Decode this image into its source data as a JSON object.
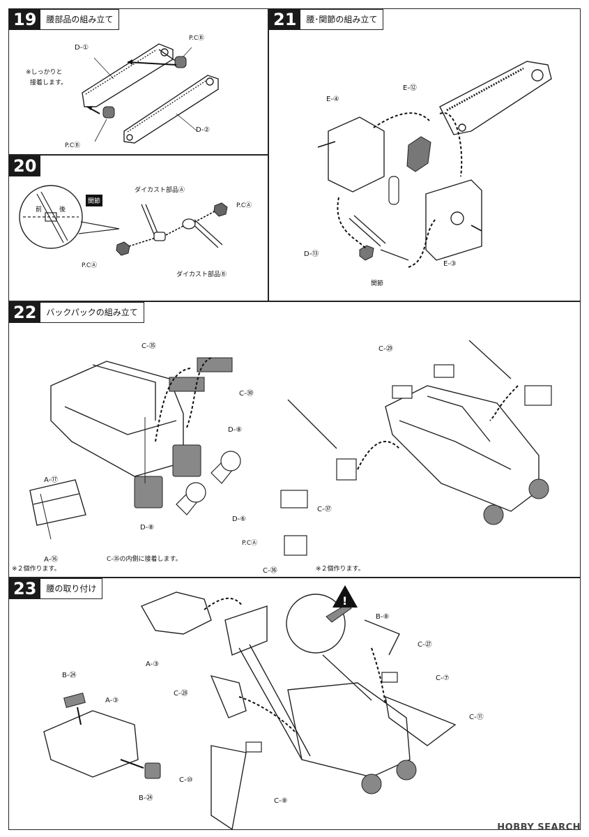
{
  "steps": [
    {
      "num": "19",
      "title": "腰部品の組み立て"
    },
    {
      "num": "20",
      "title": ""
    },
    {
      "num": "21",
      "title": "腰･関節の組み立て"
    },
    {
      "num": "22",
      "title": "バックパックの組み立て"
    },
    {
      "num": "23",
      "title": "腰の取り付け"
    }
  ],
  "s19": {
    "d1": "D-①",
    "d2": "D-②",
    "pcb_top": "P.CⒷ",
    "pcb_bot": "P.CⒷ",
    "note1": "※しっかりと",
    "note2": "接着します。"
  },
  "s20": {
    "tag": "関節",
    "front": "前",
    "back": "後",
    "diecast_a": "ダイカスト部品Ⓐ",
    "diecast_b": "ダイカスト部品Ⓑ",
    "pca_right": "P.CⒶ",
    "pca_left": "P.CⒶ"
  },
  "s21": {
    "e4": "E-④",
    "e12": "E-⑫",
    "d13": "D-⑬",
    "e3": "E-③",
    "joint": "関節"
  },
  "s22": {
    "c35": "C-㉟",
    "c30": "C-㉚",
    "d8a": "D-⑧",
    "d8b": "D-⑧",
    "d6": "D-⑥",
    "a17": "A-⑰",
    "a16": "A-⑯",
    "note_c35": "C-㉟の内側に接着します。",
    "note_left": "※２個作ります。",
    "c29": "C-㉙",
    "c37": "C-㊲",
    "pca": "P.CⒶ",
    "c36": "C-㊱",
    "note_right": "※２個作ります。"
  },
  "s23": {
    "a3_top": "A-③",
    "b8": "B-⑧",
    "c27": "C-㉗",
    "c7": "C-⑦",
    "c28": "C-㉘",
    "c11": "C-⑪",
    "c10": "C-⑩",
    "c8": "C-⑧",
    "b24_top": "B-㉔",
    "a3_left": "A-③",
    "b24_bot": "B-㉔"
  },
  "watermark": "HOBBY SEARCH"
}
